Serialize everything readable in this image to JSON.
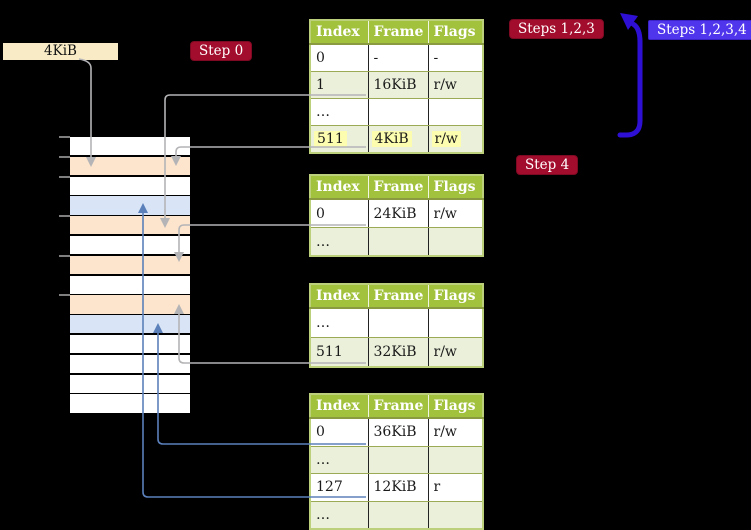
{
  "labels": {
    "frame_size": "4KiB",
    "step0": "Step 0",
    "steps123": "Steps 1,2,3",
    "steps1234": "Steps 1,2,3,4",
    "step4": "Step 4"
  },
  "colors": {
    "badge_red": "#a30d2d",
    "badge_blue": "#4f35ec",
    "bracket_arrow_blue": "#2e10d4",
    "gray_arrow": "#b4b4b7",
    "steel_blue_arrow": "#5b80ba",
    "table_header_green": "#a2c23e",
    "table_row_tint": "#eaf0da",
    "table_border": "#bccf7a",
    "highlight_yellow": "#fdfdb0",
    "memory_frame_orange": "#fde5cd",
    "memory_frame_blue": "#d9e5f6",
    "frame_label_bg": "#f8ebc6"
  },
  "memory": {
    "row_colors": [
      "white",
      "orange",
      "white",
      "blue",
      "orange",
      "white",
      "orange",
      "white",
      "orange",
      "blue",
      "white",
      "white",
      "white",
      "white"
    ],
    "tick_rows": [
      0,
      1,
      2,
      4,
      6,
      8
    ]
  },
  "tables": [
    {
      "name": "page-table-step0",
      "headers": [
        "Index",
        "Frame",
        "Flags"
      ],
      "rows": [
        [
          "0",
          "-",
          "-"
        ],
        [
          "1",
          "16KiB",
          "r/w"
        ],
        [
          "…",
          "",
          ""
        ],
        [
          "511",
          "4KiB",
          "r/w"
        ]
      ],
      "highlight_row": 3
    },
    {
      "name": "page-table-steps123",
      "headers": [
        "Index",
        "Frame",
        "Flags"
      ],
      "rows": [
        [
          "0",
          "24KiB",
          "r/w"
        ],
        [
          "…",
          "",
          ""
        ]
      ],
      "highlight_row": null
    },
    {
      "name": "page-table-mid",
      "headers": [
        "Index",
        "Frame",
        "Flags"
      ],
      "rows": [
        [
          "…",
          "",
          ""
        ],
        [
          "511",
          "32KiB",
          "r/w"
        ]
      ],
      "highlight_row": null
    },
    {
      "name": "page-table-step4",
      "headers": [
        "Index",
        "Frame",
        "Flags"
      ],
      "rows": [
        [
          "0",
          "36KiB",
          "r/w"
        ],
        [
          "…",
          "",
          ""
        ],
        [
          "127",
          "12KiB",
          "r"
        ],
        [
          "…",
          "",
          ""
        ]
      ],
      "highlight_row": null
    }
  ]
}
